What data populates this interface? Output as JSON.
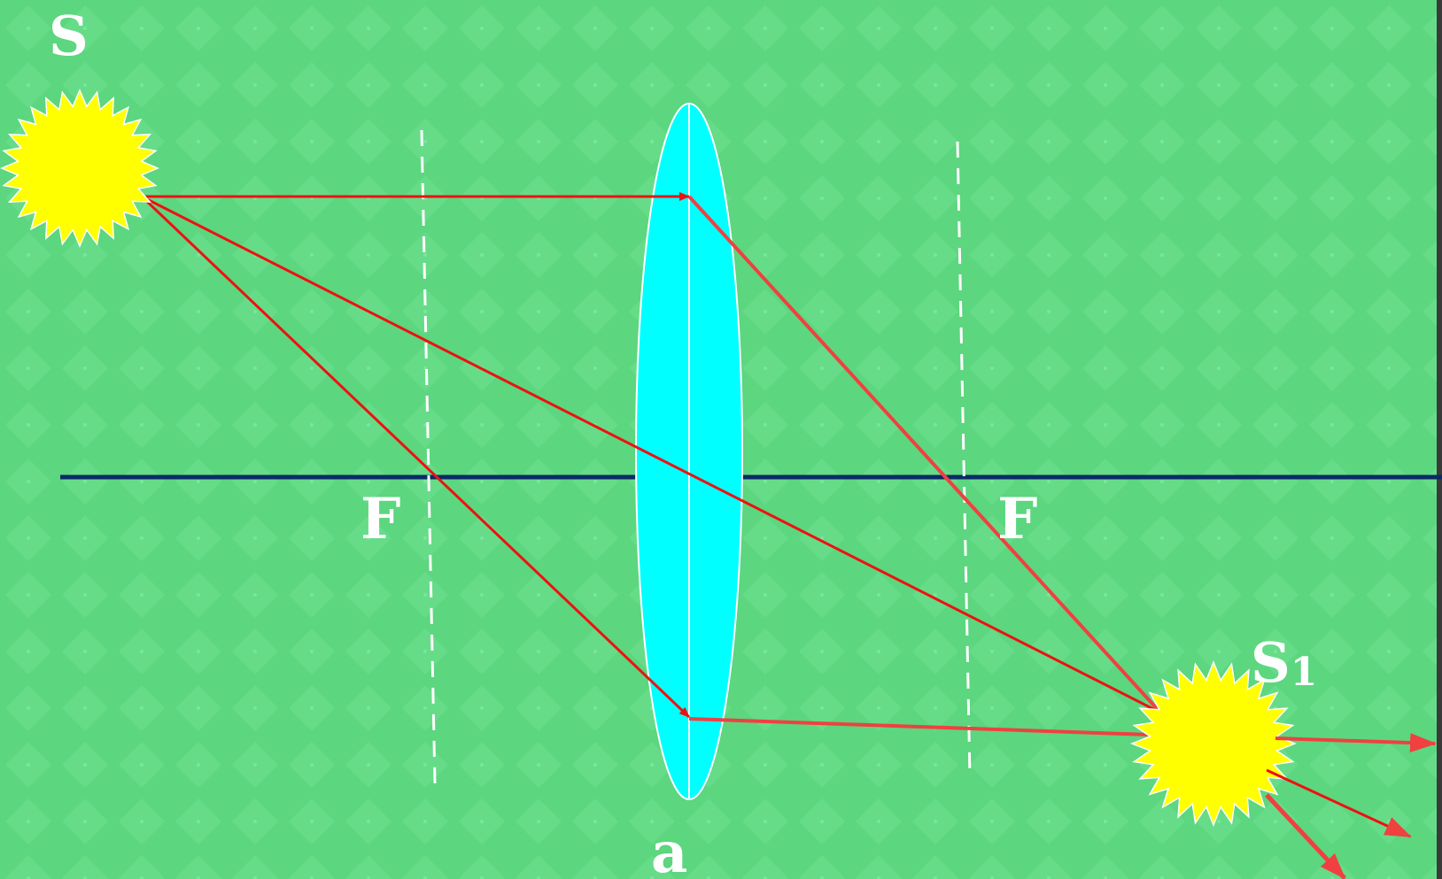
{
  "labels": {
    "source": "S",
    "image_letter": "S",
    "image_subscript": "1",
    "focus_left": "F",
    "focus_right": "F",
    "lens": "a"
  },
  "colors": {
    "background": "#5cd67f",
    "pattern": "#6ee08f",
    "lens_fill": "#00ffff",
    "lens_outline": "#ffffff",
    "axis": "#0a2a66",
    "ray": "#ee1111",
    "refracted_ray": "#f04040",
    "sun": "#ffff00",
    "label": "#ffffff"
  },
  "icons": {
    "source": "sun-icon",
    "image": "sun-icon"
  }
}
